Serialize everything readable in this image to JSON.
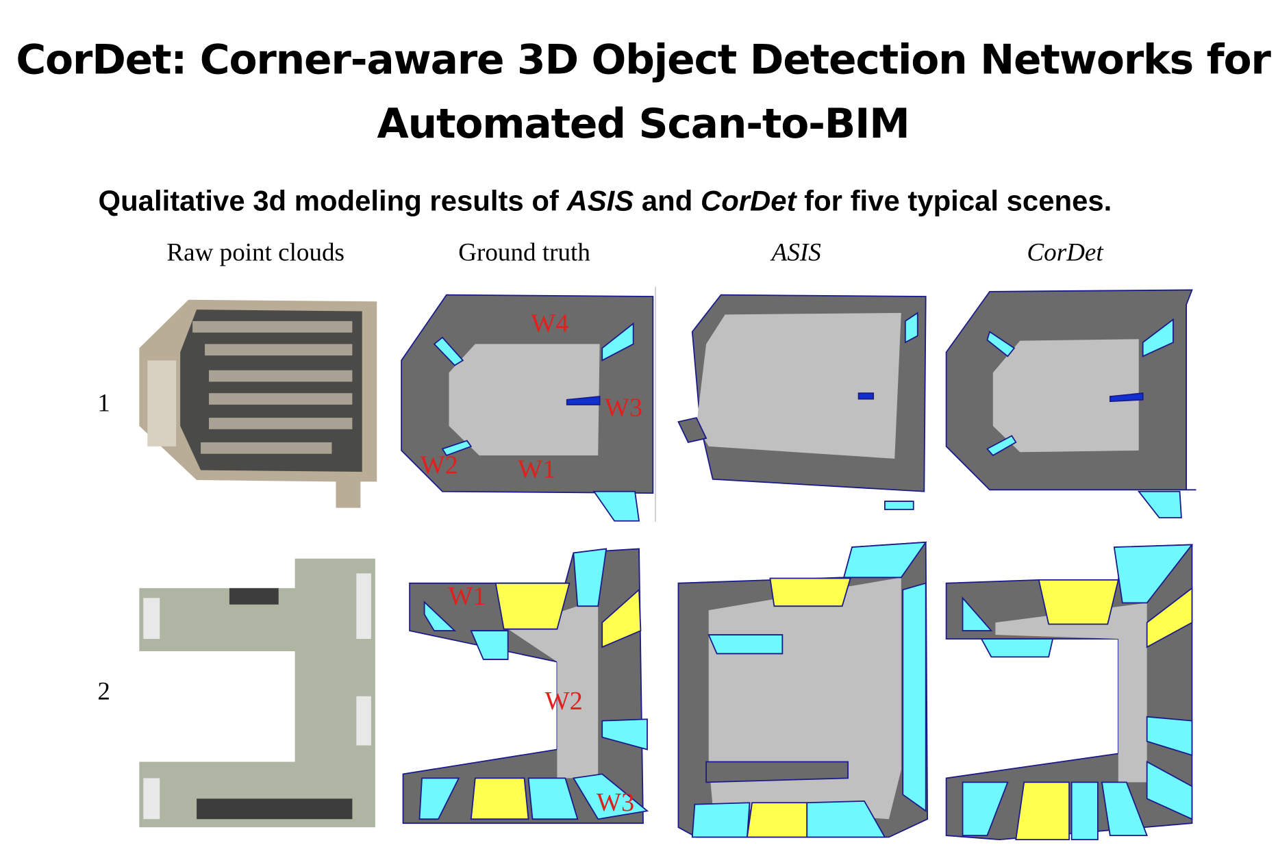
{
  "title": {
    "line1": "CorDet: Corner-aware 3D Object Detection Networks for",
    "line2": "Automated Scan-to-BIM"
  },
  "subtitle": {
    "pre": "Qualitative 3d modeling results of ",
    "asis": "ASIS",
    "mid": " and ",
    "cordet": "CorDet",
    "post": " for five typical scenes."
  },
  "columns": [
    "Raw point clouds",
    "Ground truth",
    "ASIS",
    "CorDet"
  ],
  "rows": [
    "1",
    "2"
  ],
  "gt_labels": {
    "row1": [
      "W4",
      "W3",
      "W2",
      "W1"
    ],
    "row2": [
      "W1",
      "W2",
      "W3"
    ]
  },
  "colors": {
    "wall": "#6b6b6b",
    "floor": "#c0c0c0",
    "window": "#70f8ff",
    "door": "#ffff50",
    "edge": "#1a1a8c",
    "label": "#e0201c"
  }
}
